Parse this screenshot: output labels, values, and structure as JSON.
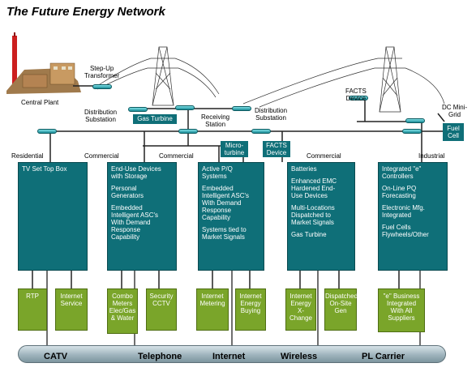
{
  "title": "The Future Energy Network",
  "labels": {
    "step_up": "Step-Up\nTransformer",
    "central_plant": "Central Plant",
    "dist_sub_left": "Distribution\nSubstation",
    "gas_turbine_box": "Gas Turbine",
    "receiving": "Receiving\nStation",
    "dist_sub_right": "Distribution\nSubstation",
    "facts_top": "FACTS\nDevice",
    "dc_mini": "DC Mini-\nGrid",
    "fuel_cell": "Fuel\nCell",
    "microturbine": "Micro-\nturbine",
    "facts_mid": "FACTS\nDevice"
  },
  "sectors": [
    "Residential",
    "Commercial",
    "Commercial",
    "Commercial",
    "Industrial"
  ],
  "panels": [
    {
      "items": [
        "TV Set Top Box"
      ]
    },
    {
      "items": [
        "End-Use Devices\nwith Storage",
        "Personal\nGenerators",
        "Embedded\nIntelligent ASC's\nWith Demand\nResponse\nCapability"
      ]
    },
    {
      "items": [
        "Active P/Q\nSystems",
        "Embedded\nIntelligent ASC's\nWith Demand\nResponse\nCapability",
        "Systems tied to\nMarket Signals"
      ]
    },
    {
      "items": [
        "Batteries",
        "Enhanced EMC\nHardened End-\nUse Devices",
        "Multi-Locations\nDispatched to\nMarket Signals",
        "Gas Turbine"
      ]
    },
    {
      "items": [
        "Integrated \"e\"\nControllers",
        "On-Line PQ\nForecasting",
        "Electronic Mfg.\nIntegrated",
        "Fuel Cells\nFlywheels/Other"
      ]
    }
  ],
  "services": [
    "RTP",
    "Internet\nService",
    "Combo\nMeters\nElec/Gas\n& Water",
    "Security\nCCTV",
    "Internet\nMetering",
    "Internet\nEnergy\nBuying",
    "Internet\nEnergy\nX-Change",
    "Dispatched\nOn-Site\nGen",
    "\"e\" Business\nIntegrated\nWith All\nSuppliers"
  ],
  "bus_labels": [
    "CATV",
    "Telephone",
    "Internet",
    "Wireless",
    "PL Carrier"
  ],
  "colors": {
    "teal": "#0f6f78",
    "green": "#7aa52a",
    "bus": "#9fb4bd"
  }
}
